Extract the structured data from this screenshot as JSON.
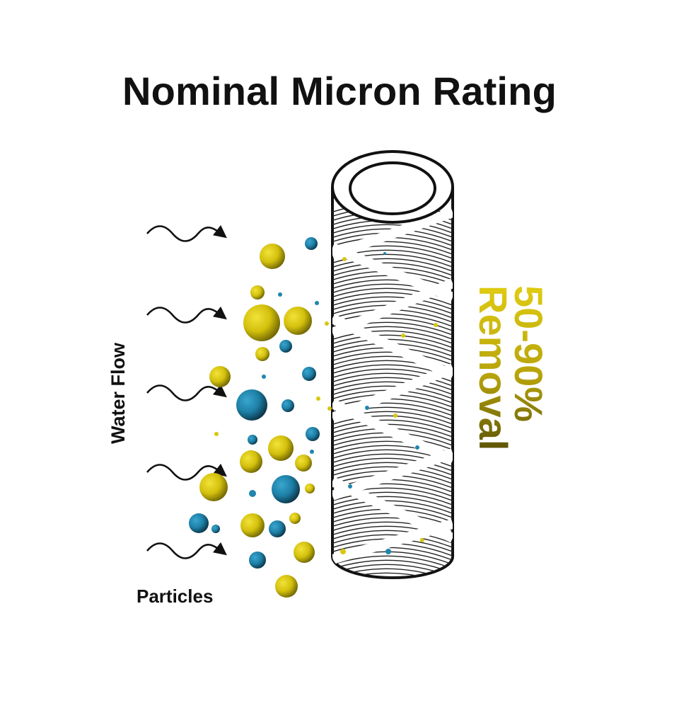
{
  "title": "Nominal Micron Rating",
  "side_label": "Water Flow",
  "particles_label": "Particles",
  "removal": {
    "percent": "50-90%",
    "word": "Removal"
  },
  "colors": {
    "yellow_particle": "#d8c710",
    "blue_particle": "#1f86ad",
    "removal_text": "#c9b60d",
    "line": "#111111"
  },
  "icons": [
    "wavy-arrow-icon",
    "filter-cartridge-icon",
    "particle-icon"
  ]
}
